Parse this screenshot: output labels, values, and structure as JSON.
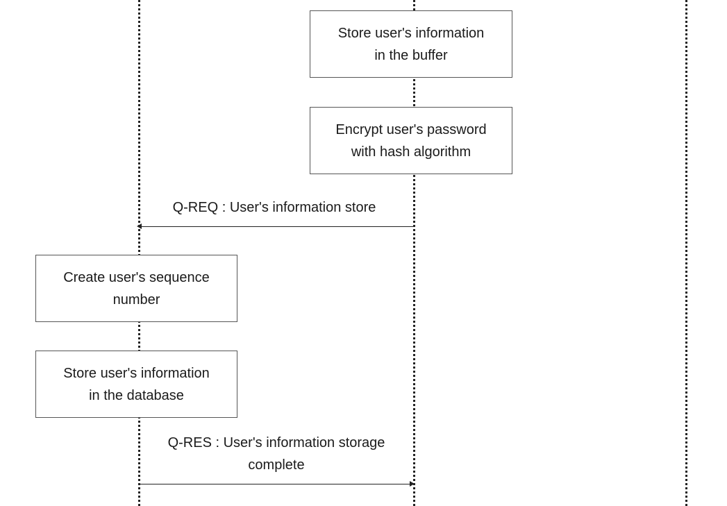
{
  "diagram": {
    "boxes": [
      {
        "text": "Store user's information\nin the buffer"
      },
      {
        "text": "Encrypt user's password\nwith hash algorithm"
      },
      {
        "text": "Create user's sequence\nnumber"
      },
      {
        "text": "Store user's information\nin the database"
      }
    ],
    "messages": [
      {
        "text": "Q-REQ : User's information store",
        "direction": "left"
      },
      {
        "text": "Q-RES : User's information storage\ncomplete",
        "direction": "right"
      }
    ]
  }
}
